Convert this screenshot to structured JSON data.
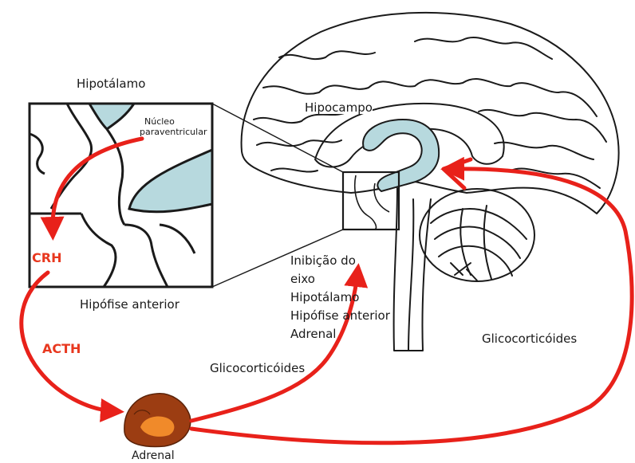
{
  "labels": {
    "hipotalamo": "Hipotálamo",
    "hipocampo": "Hipocampo",
    "nucleo_line1": "Núcleo",
    "nucleo_line2": "paraventricular",
    "crh": "CRH",
    "acth": "ACTH",
    "hipofise_anterior": "Hipófise anterior",
    "inhibicao": [
      "Inibição do",
      "eixo",
      "Hipotálamo",
      "Hipófise anterior",
      "Adrenal"
    ],
    "glico_center": "Glicocorticóides",
    "glico_right": "Glicocorticóides",
    "adrenal": "Adrenal"
  },
  "colors": {
    "arrow": "#e8211a",
    "ventricle": "#b7d9de",
    "outline": "#111111",
    "adrenal_outer": "#9c3d12",
    "adrenal_inner": "#f08a2a",
    "red_text": "#e8381f"
  }
}
